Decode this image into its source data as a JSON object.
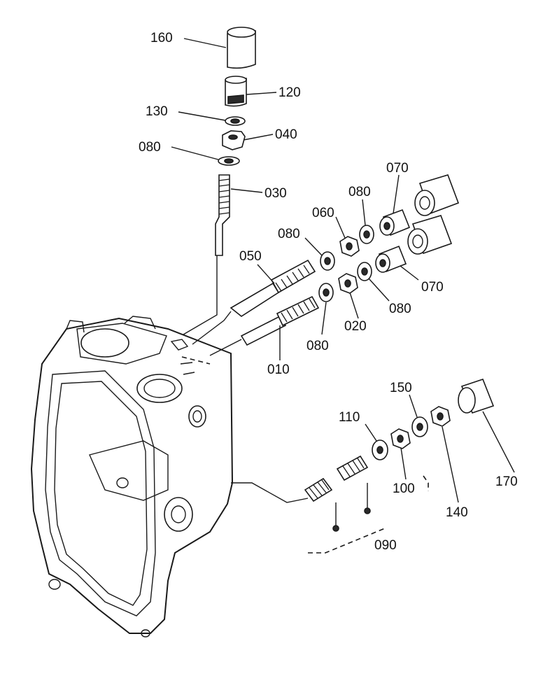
{
  "parts": [
    {
      "id": "p160",
      "label": "160"
    },
    {
      "id": "p120",
      "label": "120"
    },
    {
      "id": "p130",
      "label": "130"
    },
    {
      "id": "p040",
      "label": "040"
    },
    {
      "id": "p080a",
      "label": "080"
    },
    {
      "id": "p030",
      "label": "030"
    },
    {
      "id": "p070a",
      "label": "070"
    },
    {
      "id": "p080b",
      "label": "080"
    },
    {
      "id": "p060",
      "label": "060"
    },
    {
      "id": "p080c",
      "label": "080"
    },
    {
      "id": "p050",
      "label": "050"
    },
    {
      "id": "p070b",
      "label": "070"
    },
    {
      "id": "p080d",
      "label": "080"
    },
    {
      "id": "p020",
      "label": "020"
    },
    {
      "id": "p080e",
      "label": "080"
    },
    {
      "id": "p010",
      "label": "010"
    },
    {
      "id": "p150",
      "label": "150"
    },
    {
      "id": "p110",
      "label": "110"
    },
    {
      "id": "p170",
      "label": "170"
    },
    {
      "id": "p100",
      "label": "100"
    },
    {
      "id": "p140",
      "label": "140"
    },
    {
      "id": "p090",
      "label": "090"
    }
  ]
}
